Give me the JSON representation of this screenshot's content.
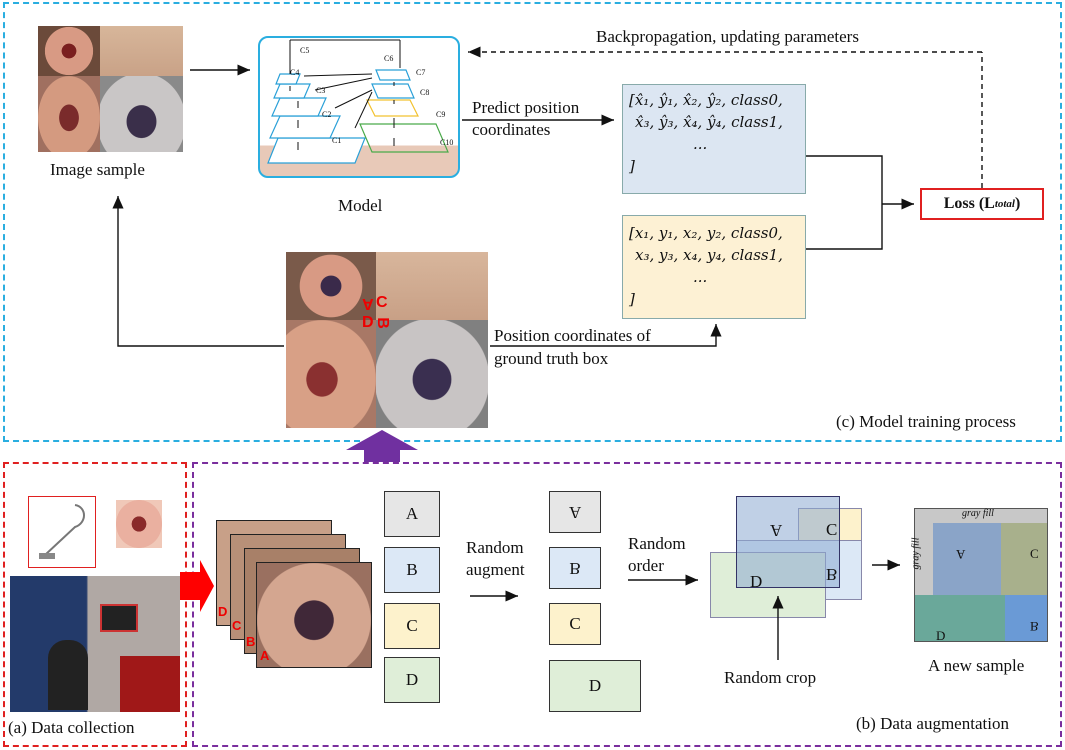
{
  "panel_c": {
    "caption": "(c) Model training process",
    "image_sample_label": "Image sample",
    "model_label": "Model",
    "model_layers": [
      "C1",
      "C2",
      "C3",
      "C4",
      "C5",
      "C6",
      "C7",
      "C8",
      "C9",
      "C10"
    ],
    "backprop_label": "Backpropagation, updating parameters",
    "predict_label_1": "Predict position",
    "predict_label_2": "coordinates",
    "pred_line_1": "[x̂₁, ŷ₁, x̂₂, ŷ₂, class0,",
    "pred_line_2": "x̂₃, ŷ₃, x̂₄, ŷ₄, class1,",
    "pred_line_3": "...",
    "pred_line_4": "]",
    "gt_line_1": "[x₁, y₁, x₂, y₂, class0,",
    "gt_line_2": "x₃, y₃, x₄, y₄, class1,",
    "gt_line_3": "...",
    "gt_line_4": "]",
    "gt_label_1": "Position coordinates of",
    "gt_label_2": "ground truth box",
    "loss_label": "Loss (L",
    "loss_sub": "total",
    "loss_close": ")",
    "sample_tags": [
      "A",
      "C",
      "D",
      "B"
    ]
  },
  "panel_a": {
    "caption": "(a) Data collection"
  },
  "panel_b": {
    "caption": "(b)  Data augmentation",
    "stack_tags": [
      "D",
      "C",
      "B",
      "A"
    ],
    "boxes": [
      "A",
      "B",
      "C",
      "D"
    ],
    "random_augment_1": "Random",
    "random_augment_2": "augment",
    "aug_boxes": [
      "A",
      "B",
      "C",
      "D"
    ],
    "random_order_1": "Random",
    "random_order_2": "order",
    "mosaic_tags": [
      "A",
      "C",
      "D",
      "B"
    ],
    "random_crop": "Random crop",
    "gray_fill_top": "gray fill",
    "gray_fill_left": "gray fill",
    "new_tags": [
      "A",
      "C",
      "D",
      "B"
    ],
    "new_sample": "A new sample"
  },
  "colors": {
    "blue_dash": "#2aaee0",
    "red_dash": "#e02020",
    "purple_dash": "#7a2e9e",
    "box_a": "#e6e6e6",
    "box_b": "#dce8f6",
    "box_c": "#fdf2cc",
    "box_d": "#dfeed8",
    "pred_fill": "#dce6f2",
    "gt_fill": "#fdf1d4",
    "loss_border": "#e02020",
    "purple_arrow": "#7030a0",
    "red_arrow": "#ff0000"
  }
}
